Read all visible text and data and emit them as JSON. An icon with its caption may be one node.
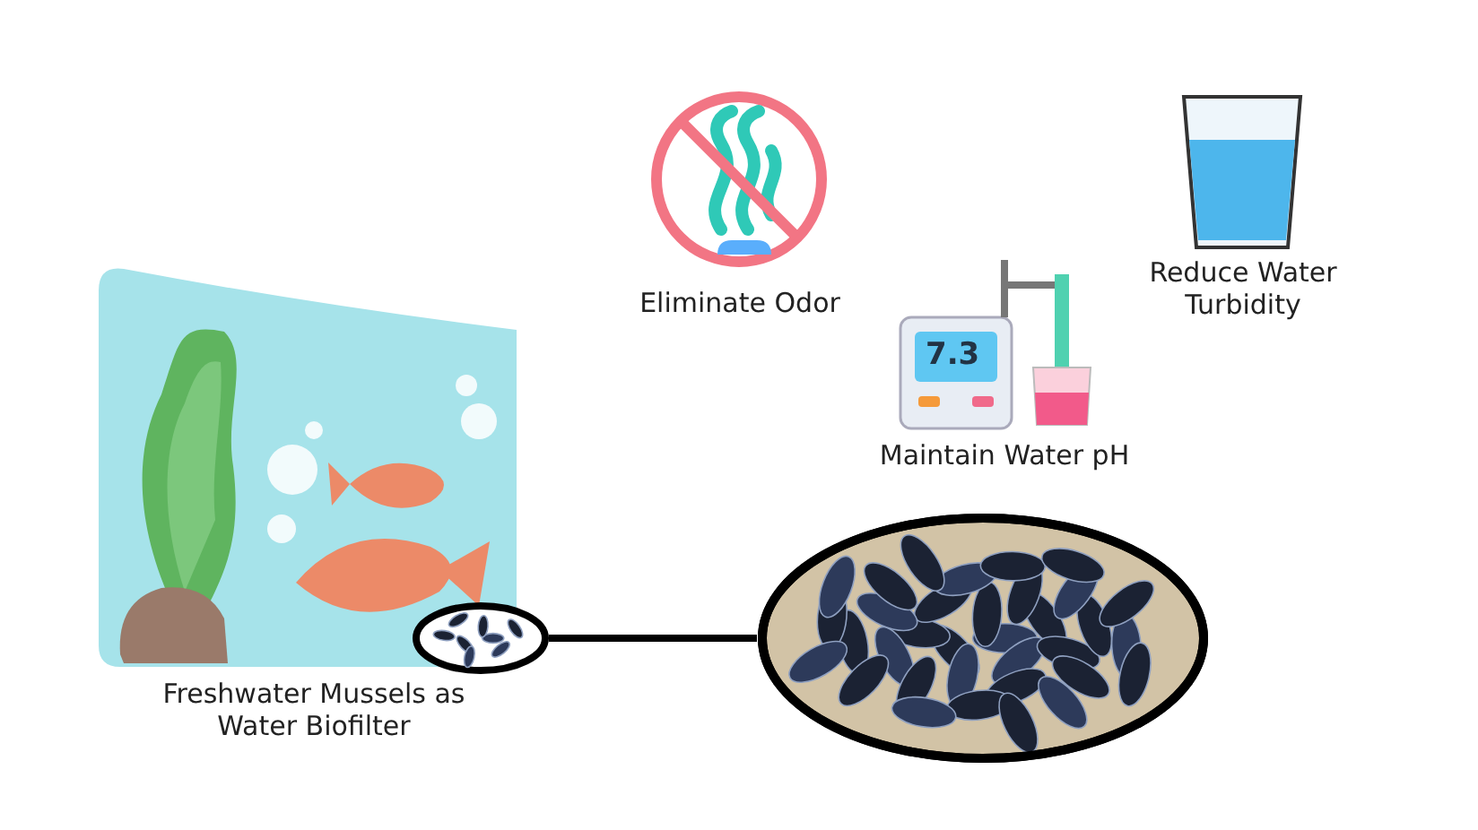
{
  "diagram": {
    "nodes": [
      {
        "text": [
          "Freshwater Mussels as Water Biofilter"
        ]
      },
      {
        "text": [],
        "shape": "picture"
      },
      {
        "text": [],
        "shape": "picture"
      },
      {
        "text": [
          "Eliminate Odor"
        ]
      },
      {
        "text": [
          "Maintain Water pH"
        ]
      },
      {
        "text": [
          "Reduce Water Turbidity"
        ]
      }
    ],
    "edges": [
      {
        "from": 1,
        "to": 2,
        "arrow": "none"
      }
    ],
    "labels": [
      "7.3"
    ]
  }
}
